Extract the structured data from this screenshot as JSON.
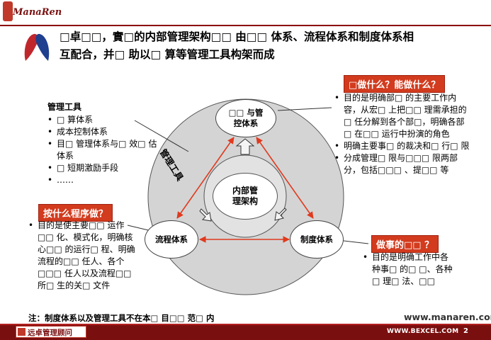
{
  "header": {
    "brand": "ManaRen",
    "title_line1": "□卓□□，實□的内部管理架构□□ 由□□ 体系、流程体系和制度体系相",
    "title_line2": "互配合，并□ 助以□ 算等管理工具构架而成"
  },
  "diagram": {
    "node_mgmt_line1": "□□ 与管",
    "node_mgmt_line2": "控体系",
    "node_process": "流程体系",
    "node_system": "制度体系",
    "core_line1": "内部管",
    "core_line2": "理架构",
    "ring_label": "管理工具"
  },
  "tools": {
    "heading": "管理工具",
    "items": [
      "□ 算体系",
      "成本控制体系",
      "目□ 管理体系与□ 效□ 估体系",
      "□ 短期激励手段",
      "……"
    ]
  },
  "what": {
    "banner": "□做什么？能做什么？",
    "items": [
      "目的是明确部□ 的主要工作内容，从宏□ 上把□□ 理需承担的□ 任分解到各个部□，明确各部□ 在□□ 运行中扮演的角色",
      "明确主要事□ 的裁决和□ 行□ 限",
      "分成管理□ 限与□□□ 限两部分，包括□□□ 、提□□ 等"
    ]
  },
  "how": {
    "banner": "按什么程序做？",
    "items": [
      "目的是使主要□□ 运作□□ 化、模式化，明确核心□□ 的运行□ 程、明确流程的□□ 任人、各个□□□ 任人以及流程□□ 所□ 生的关□ 文件"
    ]
  },
  "do": {
    "banner": "做事的□□ ？",
    "items": [
      "目的是明确工作中各种事□ 的□ □、各种□ 理□ 法、□□"
    ]
  },
  "footer": {
    "note": "注：制度体系以及管理工具不在本□ 目□□ 范□ 内",
    "site": "www.manaren.com",
    "logo_text": "远卓管理顾问",
    "url": "WWW.BEXCEL.COM",
    "page": "2"
  },
  "colors": {
    "accent": "#d23b1e",
    "dark_red": "#7a0f0f",
    "ring_gray": "#d4d4d4",
    "arrow_red": "#e03a1e"
  }
}
